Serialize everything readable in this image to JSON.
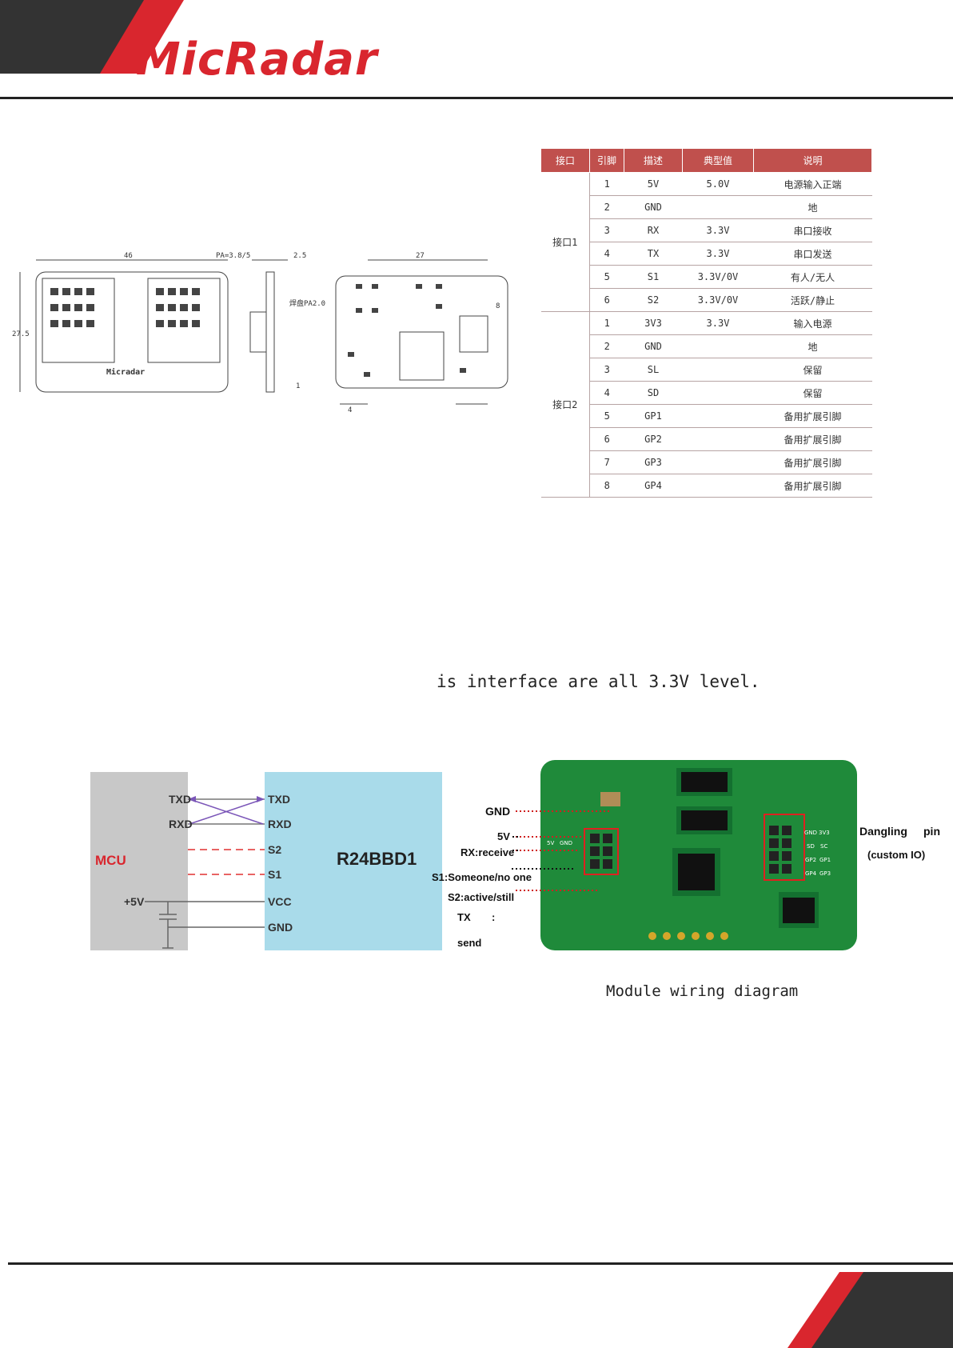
{
  "header": {
    "logo": "MicRadar"
  },
  "pin_table": {
    "headers": [
      "接口",
      "引脚",
      "描述",
      "典型值",
      "说明"
    ],
    "groups": [
      {
        "name": "接口1",
        "rows": [
          [
            "1",
            "5V",
            "5.0V",
            "电源输入正端"
          ],
          [
            "2",
            "GND",
            "",
            "地"
          ],
          [
            "3",
            "RX",
            "3.3V",
            "串口接收"
          ],
          [
            "4",
            "TX",
            "3.3V",
            "串口发送"
          ],
          [
            "5",
            "S1",
            "3.3V/0V",
            "有人/无人"
          ],
          [
            "6",
            "S2",
            "3.3V/0V",
            "活跃/静止"
          ]
        ]
      },
      {
        "name": "接口2",
        "rows": [
          [
            "1",
            "3V3",
            "3.3V",
            "输入电源"
          ],
          [
            "2",
            "GND",
            "",
            "地"
          ],
          [
            "3",
            "SL",
            "",
            "保留"
          ],
          [
            "4",
            "SD",
            "",
            "保留"
          ],
          [
            "5",
            "GP1",
            "",
            "备用扩展引脚"
          ],
          [
            "6",
            "GP2",
            "",
            "备用扩展引脚"
          ],
          [
            "7",
            "GP3",
            "",
            "备用扩展引脚"
          ],
          [
            "8",
            "GP4",
            "",
            "备用扩展引脚"
          ]
        ]
      }
    ]
  },
  "drawing": {
    "dims": [
      "46",
      "PA=3.8/5",
      "2.5",
      "27",
      "27.5",
      "4",
      "8",
      "1"
    ],
    "pad_label": "焊盘PA2.0",
    "logo_small": "Micradar"
  },
  "level_note": "is interface are all 3.3V level.",
  "wiring": {
    "mcu_label": "MCU",
    "chip_label": "R24BBD1",
    "mcu_pins": [
      "TXD",
      "RXD"
    ],
    "chip_pins": [
      "TXD",
      "RXD",
      "S2",
      "S1",
      "VCC",
      "GND"
    ],
    "supply": "+5V"
  },
  "board": {
    "labels": [
      "GND",
      "5V",
      "RX:receive",
      "S1:Someone/no one",
      "S2:active/still",
      "TX",
      ":",
      "send"
    ],
    "dangling": [
      "Dangling",
      "pin",
      "(custom IO)"
    ],
    "header_labels": [
      "GND",
      "3V3",
      "SD",
      "SC",
      "GP2",
      "GP1",
      "GP4",
      "GP3"
    ],
    "silk": [
      "5V",
      "GND"
    ]
  },
  "module_caption": "Module wiring diagram",
  "colors": {
    "brand_red": "#d9262e",
    "table_header": "#c0504d",
    "chip_blue": "#a9dbea",
    "mcu_gray": "#c8c8c8",
    "pcb_green": "#1f8a3a"
  }
}
